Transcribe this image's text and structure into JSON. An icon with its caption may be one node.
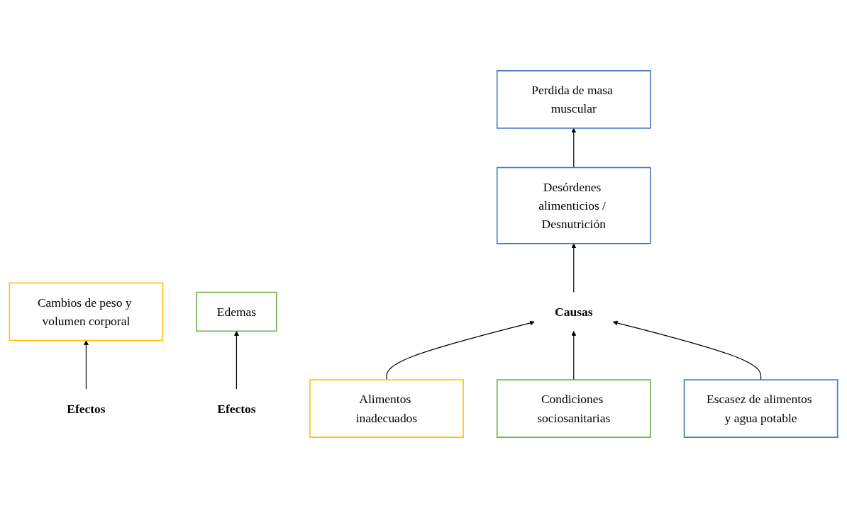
{
  "diagram": {
    "nodes": [
      {
        "text": [
          "Cambios de peso y volumen corporal"
        ]
      },
      {
        "text": [
          "Perdida de masa muscular"
        ]
      },
      {
        "text": [
          "Edemas"
        ]
      },
      {
        "text": [
          "Efectos"
        ]
      },
      {
        "text": [
          "Desórdenes alimenticios / Desnutrición"
        ]
      },
      {
        "text": [
          "Efectos"
        ]
      },
      {
        "text": [
          "Causas"
        ]
      },
      {
        "text": [
          "Alimentos inadecuados"
        ]
      },
      {
        "text": [
          "Condiciones sociosanitarias"
        ]
      },
      {
        "text": [
          "Escasez de alimentos y agua potable"
        ]
      }
    ],
    "edges": [
      {
        "from": 3,
        "to": 0,
        "arrow": "to"
      },
      {
        "from": 4,
        "to": 1,
        "arrow": "to"
      },
      {
        "from": 5,
        "to": 2,
        "arrow": "to"
      },
      {
        "from": 6,
        "to": 4,
        "arrow": "to"
      },
      {
        "from": 7,
        "to": 6,
        "arrow": "to"
      },
      {
        "from": 8,
        "to": 6,
        "arrow": "to"
      },
      {
        "from": 9,
        "to": 6,
        "arrow": "to"
      }
    ]
  }
}
